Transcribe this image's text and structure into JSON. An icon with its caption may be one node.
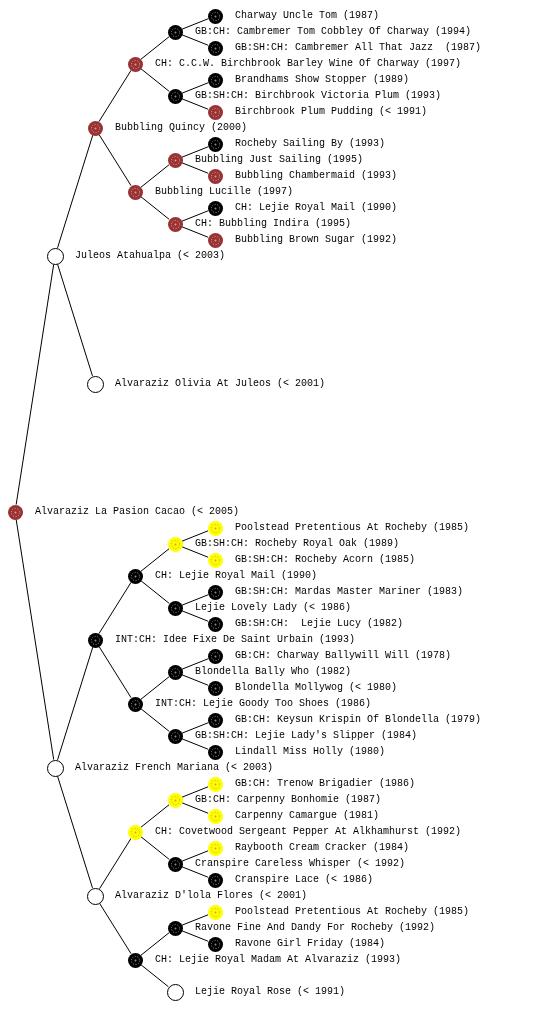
{
  "diagram": {
    "nodes": [
      {
        "text": [
          "Charway Uncle Tom (1987)"
        ]
      },
      {
        "text": [
          "GB:CH: Cambremer Tom Cobbley Of Charway (1994)"
        ]
      },
      {
        "text": [
          "GB:SH:CH: Cambremer All That Jazz  (1987)"
        ]
      },
      {
        "text": [
          "CH: C.C.W. Birchbrook Barley Wine Of Charway (1997)"
        ]
      },
      {
        "text": [
          "Brandhams Show Stopper (1989)"
        ]
      },
      {
        "text": [
          "GB:SH:CH: Birchbrook Victoria Plum (1993)"
        ]
      },
      {
        "text": [
          "Birchbrook Plum Pudding (< 1991)"
        ]
      },
      {
        "text": [
          "Bubbling Quincy (2000)"
        ]
      },
      {
        "text": [
          "Rocheby Sailing By (1993)"
        ]
      },
      {
        "text": [
          "Bubbling Just Sailing (1995)"
        ]
      },
      {
        "text": [
          "Bubbling Chambermaid (1993)"
        ]
      },
      {
        "text": [
          "Bubbling Lucille (1997)"
        ]
      },
      {
        "text": [
          "CH: Lejie Royal Mail (1990)"
        ]
      },
      {
        "text": [
          "CH: Bubbling Indira (1995)"
        ]
      },
      {
        "text": [
          "Bubbling Brown Sugar (1992)"
        ]
      },
      {
        "text": [
          "Juleos Atahualpa (< 2003)"
        ]
      },
      {
        "text": [
          "Alvaraziz Olivia At Juleos (< 2001)"
        ]
      },
      {
        "text": [
          "Alvaraziz La Pasion Cacao (< 2005)"
        ]
      },
      {
        "text": [
          "Poolstead Pretentious At Rocheby (1985)"
        ]
      },
      {
        "text": [
          "GB:SH:CH: Rocheby Royal Oak (1989)"
        ]
      },
      {
        "text": [
          "GB:SH:CH: Rocheby Acorn (1985)"
        ]
      },
      {
        "text": [
          "CH: Lejie Royal Mail (1990)"
        ]
      },
      {
        "text": [
          "GB:SH:CH: Mardas Master Mariner (1983)"
        ]
      },
      {
        "text": [
          "Lejie Lovely Lady (< 1986)"
        ]
      },
      {
        "text": [
          "GB:SH:CH:  Lejie Lucy (1982)"
        ]
      },
      {
        "text": [
          "INT:CH: Idee Fixe De Saint Urbain (1993)"
        ]
      },
      {
        "text": [
          "GB:CH: Charway Ballywill Will (1978)"
        ]
      },
      {
        "text": [
          "Blondella Bally Who (1982)"
        ]
      },
      {
        "text": [
          "Blondella Mollywog (< 1980)"
        ]
      },
      {
        "text": [
          "INT:CH: Lejie Goody Too Shoes (1986)"
        ]
      },
      {
        "text": [
          "GB:CH: Keysun Krispin Of Blondella (1979)"
        ]
      },
      {
        "text": [
          "GB:SH:CH: Lejie Lady's Slipper (1984)"
        ]
      },
      {
        "text": [
          "Lindall Miss Holly (1980)"
        ]
      },
      {
        "text": [
          "Alvaraziz French Mariana (< 2003)"
        ]
      },
      {
        "text": [
          "GB:CH: Trenow Brigadier (1986)"
        ]
      },
      {
        "text": [
          "GB:CH: Carpenny Bonhomie (1987)"
        ]
      },
      {
        "text": [
          "Carpenny Camargue (1981)"
        ]
      },
      {
        "text": [
          "CH: Covetwood Sergeant Pepper At Alkhamhurst (1992)"
        ]
      },
      {
        "text": [
          "Raybooth Cream Cracker (1984)"
        ]
      },
      {
        "text": [
          "Cranspire Careless Whisper (< 1992)"
        ]
      },
      {
        "text": [
          "Cranspire Lace (< 1986)"
        ]
      },
      {
        "text": [
          "Alvaraziz D'lola Flores (< 2001)"
        ]
      },
      {
        "text": [
          "Poolstead Pretentious At Rocheby (1985)"
        ]
      },
      {
        "text": [
          "Ravone Fine And Dandy For Rocheby (1992)"
        ]
      },
      {
        "text": [
          "Ravone Girl Friday (1984)"
        ]
      },
      {
        "text": [
          "CH: Lejie Royal Madam At Alvaraziz (1993)"
        ]
      },
      {
        "text": [
          "Lejie Royal Rose (< 1991)"
        ]
      }
    ],
    "edges": [
      {
        "from": 17,
        "to": 15,
        "arrow": "none"
      },
      {
        "from": 17,
        "to": 33,
        "arrow": "none"
      },
      {
        "from": 15,
        "to": 7,
        "arrow": "none"
      },
      {
        "from": 15,
        "to": 16,
        "arrow": "none"
      },
      {
        "from": 7,
        "to": 3,
        "arrow": "none"
      },
      {
        "from": 7,
        "to": 11,
        "arrow": "none"
      },
      {
        "from": 3,
        "to": 1,
        "arrow": "none"
      },
      {
        "from": 3,
        "to": 5,
        "arrow": "none"
      },
      {
        "from": 1,
        "to": 0,
        "arrow": "none"
      },
      {
        "from": 1,
        "to": 2,
        "arrow": "none"
      },
      {
        "from": 5,
        "to": 4,
        "arrow": "none"
      },
      {
        "from": 5,
        "to": 6,
        "arrow": "none"
      },
      {
        "from": 11,
        "to": 9,
        "arrow": "none"
      },
      {
        "from": 11,
        "to": 13,
        "arrow": "none"
      },
      {
        "from": 9,
        "to": 8,
        "arrow": "none"
      },
      {
        "from": 9,
        "to": 10,
        "arrow": "none"
      },
      {
        "from": 13,
        "to": 12,
        "arrow": "none"
      },
      {
        "from": 13,
        "to": 14,
        "arrow": "none"
      },
      {
        "from": 33,
        "to": 25,
        "arrow": "none"
      },
      {
        "from": 33,
        "to": 41,
        "arrow": "none"
      },
      {
        "from": 25,
        "to": 21,
        "arrow": "none"
      },
      {
        "from": 25,
        "to": 29,
        "arrow": "none"
      },
      {
        "from": 21,
        "to": 19,
        "arrow": "none"
      },
      {
        "from": 21,
        "to": 23,
        "arrow": "none"
      },
      {
        "from": 19,
        "to": 18,
        "arrow": "none"
      },
      {
        "from": 19,
        "to": 20,
        "arrow": "none"
      },
      {
        "from": 23,
        "to": 22,
        "arrow": "none"
      },
      {
        "from": 23,
        "to": 24,
        "arrow": "none"
      },
      {
        "from": 29,
        "to": 27,
        "arrow": "none"
      },
      {
        "from": 29,
        "to": 31,
        "arrow": "none"
      },
      {
        "from": 27,
        "to": 26,
        "arrow": "none"
      },
      {
        "from": 27,
        "to": 28,
        "arrow": "none"
      },
      {
        "from": 31,
        "to": 30,
        "arrow": "none"
      },
      {
        "from": 31,
        "to": 32,
        "arrow": "none"
      },
      {
        "from": 41,
        "to": 37,
        "arrow": "none"
      },
      {
        "from": 41,
        "to": 45,
        "arrow": "none"
      },
      {
        "from": 37,
        "to": 35,
        "arrow": "none"
      },
      {
        "from": 37,
        "to": 39,
        "arrow": "none"
      },
      {
        "from": 35,
        "to": 34,
        "arrow": "none"
      },
      {
        "from": 35,
        "to": 36,
        "arrow": "none"
      },
      {
        "from": 39,
        "to": 38,
        "arrow": "none"
      },
      {
        "from": 39,
        "to": 40,
        "arrow": "none"
      },
      {
        "from": 45,
        "to": 43,
        "arrow": "none"
      },
      {
        "from": 45,
        "to": 46,
        "arrow": "none"
      },
      {
        "from": 43,
        "to": 42,
        "arrow": "none"
      },
      {
        "from": 43,
        "to": 44,
        "arrow": "none"
      }
    ]
  }
}
